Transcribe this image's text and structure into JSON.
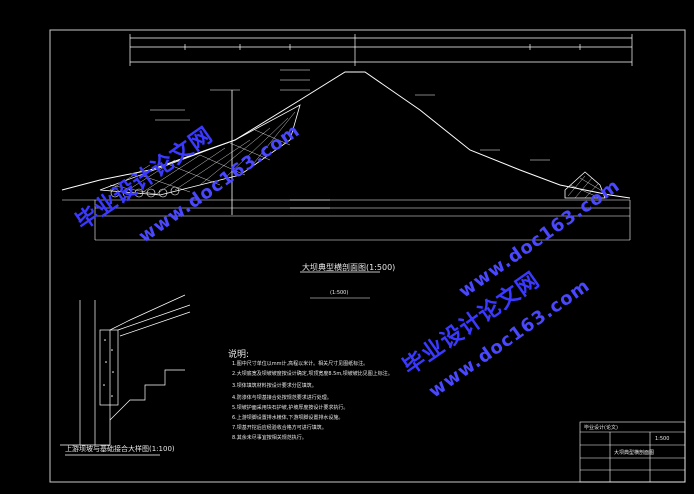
{
  "drawing": {
    "main_title": "大坝典型横剖面图(1:500)",
    "main_subtitle": "(1:500)",
    "detail_title": "上游坝坡与基础接合大样图(1:100)",
    "notes_heading": "说明:",
    "notes": [
      "1.图中尺寸单位以mm计,高程以米计。相关尺寸见图纸标注。",
      "2.大坝底宽及坝坡坡度按设计确定,坝顶宽度8.5m,坝坡坡比见图上标注。",
      "3.坝体填筑材料按设计要求分区填筑。",
      "4.防渗体与坝基接合处按规范要求进行处理。",
      "5.坝坡护面采用块石护坡,护坡厚度按设计要求执行。",
      "6.上游坝脚设置排水棱体,下游坝脚设置排水设施。",
      "7.坝基开挖后应经验收合格方可进行填筑。",
      "8.其余未尽事宜按相关规范执行。"
    ]
  },
  "title_block": {
    "school": "毕业设计(论文)",
    "drawing_name": "大坝典型横剖面图",
    "scale": "1:500"
  },
  "watermark": {
    "cn_text": "毕业设计论文网",
    "url_text": "www.doc163.com"
  },
  "colors": {
    "background": "#000000",
    "line": "#ffffff",
    "text": "#e8e8e8",
    "watermark": "#3b39ff",
    "frame": "#c8c8c8"
  }
}
